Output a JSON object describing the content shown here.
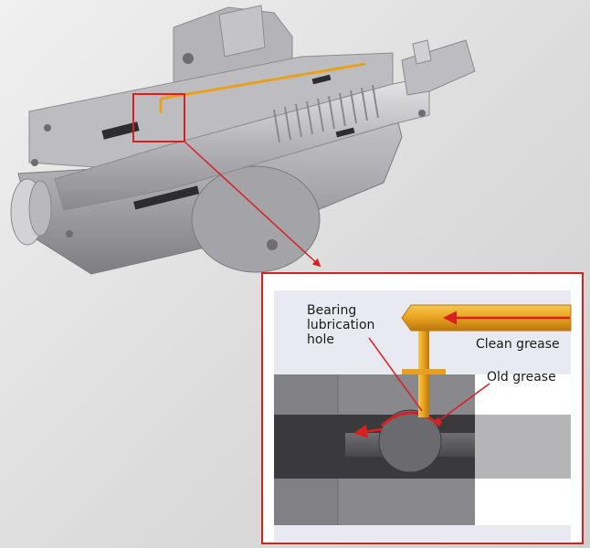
{
  "callouts": {
    "bearing_hole_lines": [
      "Bearing",
      "lubrication",
      "hole"
    ],
    "clean_grease": "Clean grease",
    "old_grease": "Old grease"
  },
  "colors": {
    "highlight_red": "#d92020",
    "grease_orange": "#e8a11e",
    "metal_gray": "#a8a8a8"
  }
}
